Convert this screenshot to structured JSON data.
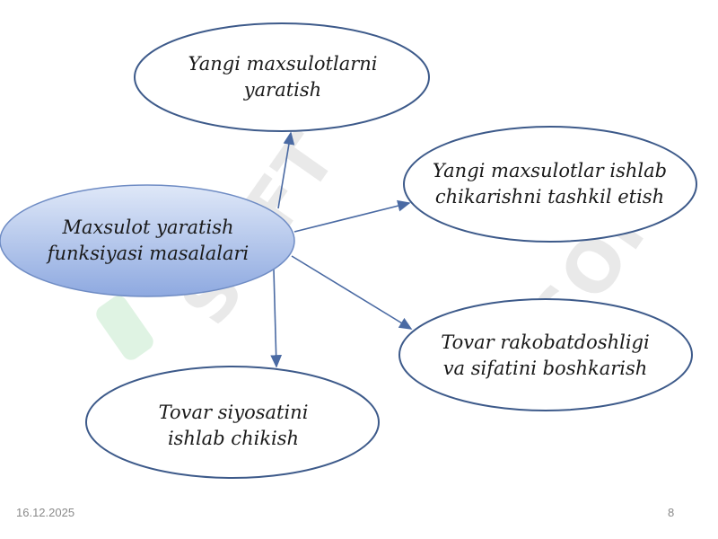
{
  "diagram": {
    "center": {
      "line1": "Maxsulot yaratish",
      "line2": "funksiyasi masalalari"
    },
    "nodes": [
      {
        "id": "top",
        "line1": "Yangi maxsulotlarni",
        "line2": "yaratish"
      },
      {
        "id": "right-upper",
        "line1": "Yangi maxsulotlar ishlab",
        "line2": "chikarishni tashkil etish"
      },
      {
        "id": "right-lower",
        "line1": "Tovar rakobatdoshligi",
        "line2": "va sifatini boshkarish"
      },
      {
        "id": "bottom-left",
        "line1": "Tovar siyosatini",
        "line2": "ishlab chikish"
      }
    ]
  },
  "footer": {
    "date": "16.12.2025",
    "page_number": "8"
  },
  "colors": {
    "ellipse_stroke": "#3d5a8a",
    "center_fill_top": "#dfe8f8",
    "center_fill_bottom": "#8ea9e0",
    "arrow": "#4a6aa3"
  }
}
